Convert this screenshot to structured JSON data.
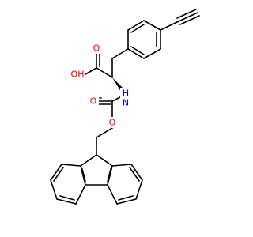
{
  "molecule": {
    "atoms": {
      "acid_o": "O",
      "acid_oh": "OH",
      "amine_nh": "N",
      "amine_h": "H",
      "carbamate_o": "O",
      "carbamate_o_ester": "O"
    },
    "colors": {
      "bond": "#000000",
      "oxygen": "#ff0000",
      "nitrogen": "#0000ff",
      "background": "#ffffff"
    }
  }
}
